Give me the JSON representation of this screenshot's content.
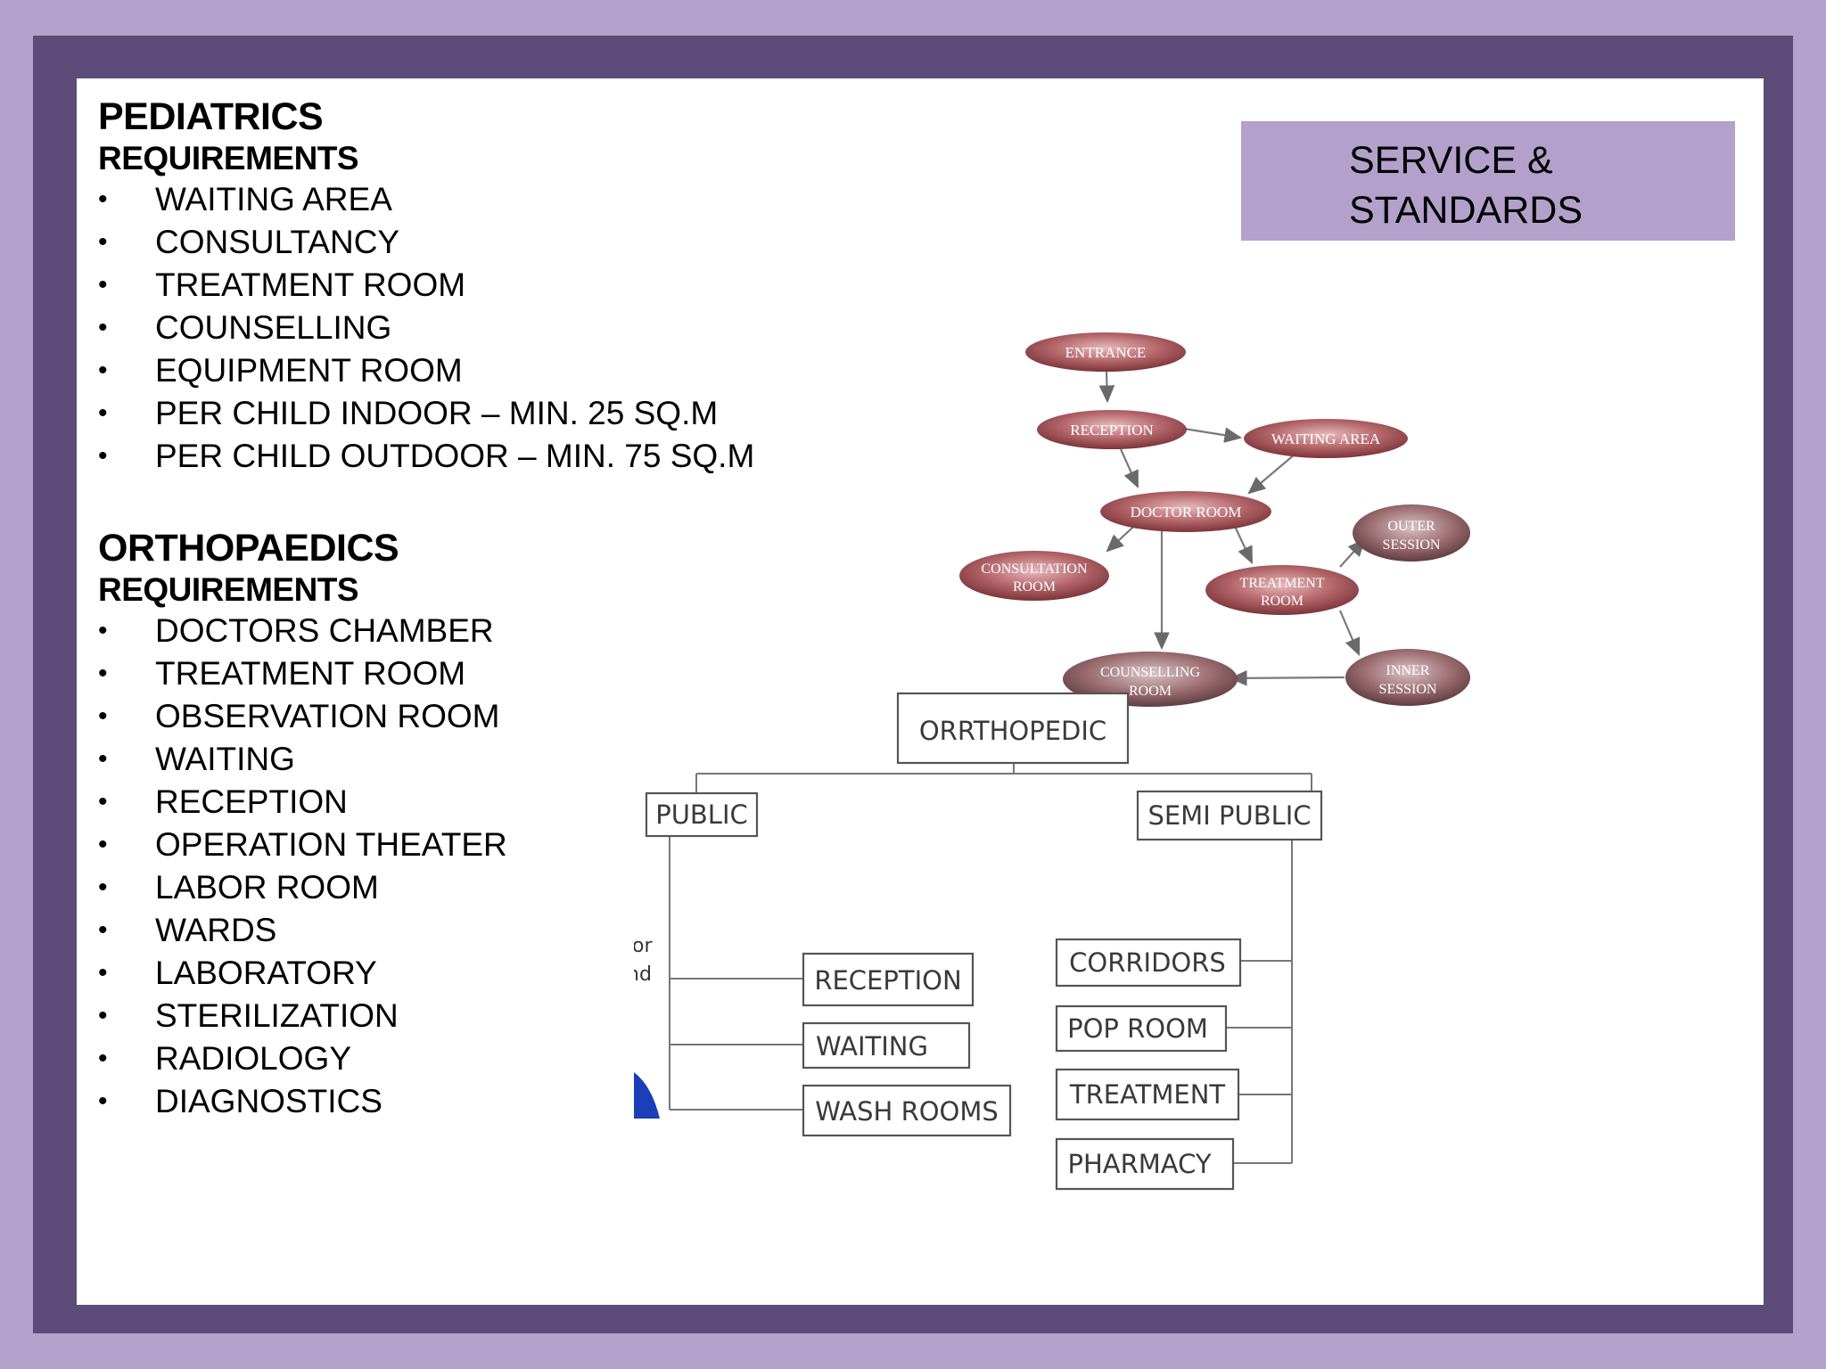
{
  "pediatrics": {
    "title": "PEDIATRICS",
    "subtitle": "REQUIREMENTS",
    "items": [
      "WAITING AREA",
      "CONSULTANCY",
      "TREATMENT ROOM",
      "COUNSELLING",
      "EQUIPMENT ROOM",
      "PER CHILD INDOOR – MIN. 25 SQ.M",
      "PER CHILD OUTDOOR – MIN. 75 SQ.M"
    ]
  },
  "orthopaedics": {
    "title": "ORTHOPAEDICS",
    "subtitle": "REQUIREMENTS",
    "items": [
      "DOCTORS CHAMBER",
      "TREATMENT ROOM",
      "OBSERVATION ROOM",
      "WAITING",
      "RECEPTION",
      "OPERATION THEATER",
      "LABOR ROOM",
      "WARDS",
      "LABORATORY",
      "STERILIZATION",
      "RADIOLOGY",
      "DIAGNOSTICS"
    ]
  },
  "badge": {
    "line1": "SERVICE &",
    "line2": "STANDARDS"
  },
  "bullet": "•",
  "flow_diagram": {
    "entrance": "ENTRANCE",
    "reception": "RECEPTION",
    "waiting_area": "WAITING AREA",
    "doctor_room": "DOCTOR ROOM",
    "consultation_room": [
      "CONSULTATION",
      "ROOM"
    ],
    "treatment_room": [
      "TREATMENT",
      "ROOM"
    ],
    "outer_session": [
      "OUTER",
      "SESSION"
    ],
    "counselling_room": [
      "COUNSELLING",
      "ROOM"
    ],
    "inner_session": [
      "INNER",
      "SESSION"
    ]
  },
  "tree_diagram": {
    "root": "ORRTHOPEDIC",
    "public": "PUBLIC",
    "semi_public": "SEMI PUBLIC",
    "public_children": [
      "RECEPTION",
      "WAITING",
      "WASH ROOMS"
    ],
    "semi_public_children": [
      "CORRIDORS",
      "POP ROOM",
      "TREATMENT",
      "PHARMACY"
    ],
    "cropped_fragments": [
      "or",
      "nd"
    ]
  },
  "colors": {
    "outer_background": "#b3a1cb",
    "frame": "#5d4b7a",
    "badge": "#b3a1cb",
    "node_fill": "#b4676b"
  }
}
